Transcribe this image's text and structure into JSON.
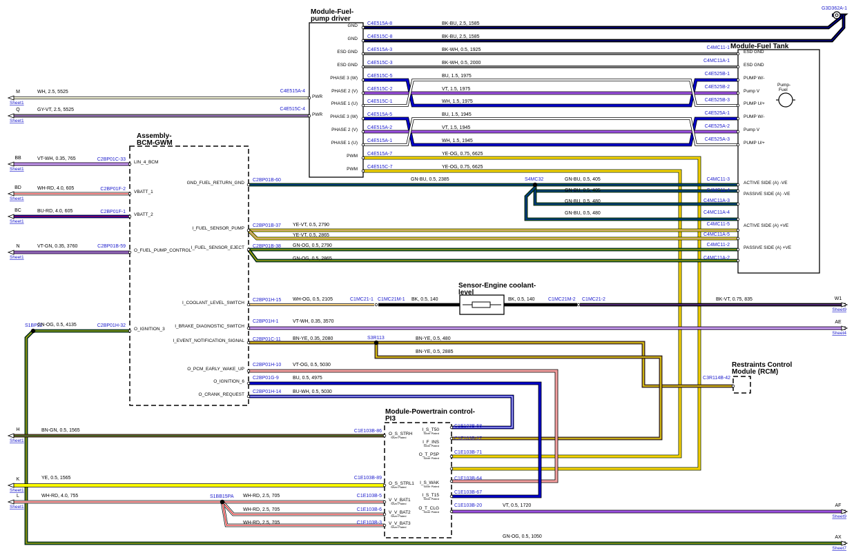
{
  "modules": {
    "fuel_pump_driver": {
      "title": [
        "Module-Fuel-",
        "pump driver"
      ],
      "pins": [
        "GND",
        "GND",
        "ESD GND",
        "ESD GND",
        "PHASE 3 (W)",
        "PHASE 2 (V)",
        "PHASE 1 (U)",
        "PHASE 3 (W)",
        "PHASE 2 (V)",
        "PHASE 1 (U)",
        "PWM",
        "PWM"
      ],
      "pwr_pins": [
        "PWR",
        "PWR"
      ]
    },
    "fuel_tank": {
      "title": "Module-Fuel Tank",
      "pins": [
        "ESD GND",
        "ESD GND",
        "PUMP W/-",
        "Pump V",
        "PUMP U/+",
        "PUMP W/-",
        "Pump V",
        "PUMP U/+",
        "ACTIVE SIDE (A) -VE",
        "PASSIVE SIDE (A) -VE",
        "ACTIVE SIDE (A) +VE",
        "PASSIVE SIDE (A) +VE"
      ],
      "pump_label": [
        "Pump-",
        "Fuel"
      ]
    },
    "bcm": {
      "title": [
        "Assembly-",
        "BCM-GWM"
      ],
      "left_pins": [
        "LIN_4_BCM",
        "VBATT_1",
        "VBATT_2",
        "O_FUEL_PUMP_CONTROL",
        "O_IGNITION_3"
      ],
      "right_pins": [
        "GND_FUEL_RETURN_GND",
        "I_FUEL_SENSOR_PUMP",
        "I_FUEL_SENSOR_EJECT",
        "I_COOLANT_LEVEL_SWITCH",
        "I_BRAKE_DIAGNOSTIC_SWITCH",
        "I_EVENT_NOTIFICATION_SIGNAL",
        "O_PCM_EARLY_WAKE_UP",
        "O_IGNITION_6",
        "O_CRANK_REQUEST"
      ]
    },
    "coolant_sensor": {
      "title": [
        "Sensor-Engine coolant-",
        "level"
      ]
    },
    "rcm": {
      "title": [
        "Restraints Control",
        "Module (RCM)"
      ]
    },
    "pcm": {
      "title": [
        "Module-Powertrain control-",
        "PI3"
      ],
      "left_pins": [
        "O_S_STRH",
        "O_S_STRL1",
        "V_V_BAT1",
        "V_V_BAT2",
        "V_V_BAT3"
      ],
      "right_pins": [
        "I_S_T50",
        "I_F_INS",
        "O_T_PSP",
        "I_S_WAK",
        "I_S_T15",
        "O_T_CLG"
      ],
      "plating": "Silver Plated"
    }
  },
  "connectors": {
    "pump_driver_left": [
      "C4E515A-8",
      "C4E515C-8",
      "C4E515A-3",
      "C4E515C-3",
      "C4E515C-5",
      "C4E515C-2",
      "C4E515C-1",
      "C4E515A-5",
      "C4E515A-2",
      "C4E515A-1",
      "C4E515A-7",
      "C4E515C-7"
    ],
    "pump_driver_pwr": [
      "C4E515A-4",
      "C4E515C-4"
    ],
    "fuel_tank": [
      "C4MC11-1",
      "C4MC11A-1",
      "C4E525B-1",
      "C4E525B-2",
      "C4E525B-3",
      "C4E525A-1",
      "C4E525A-2",
      "C4E525A-3",
      "C4MC11-3",
      "C4MC11-4",
      "C4MC11A-3",
      "C4MC11A-4",
      "C4MC11-5",
      "C4MC11A-5",
      "C4MC11-2",
      "C4MC11A-2"
    ],
    "bcm_left": [
      "C2BP01C-33",
      "C2BP01F-2",
      "C2BP01F-1",
      "C2BP01B-59",
      "C2BP01H-32"
    ],
    "bcm_right": [
      "C2BP01B-60",
      "C2BP01B-37",
      "C2BP01B-38",
      "C2BP01H-15",
      "C2BP01H-1",
      "C2BP01C-11",
      "C2BP01H-10",
      "C2BP01G-9",
      "C2BP01H-14"
    ],
    "coolant": [
      "C1MC21-1",
      "C1MC21M-1",
      "C1MC21M-2",
      "C1MC21-2"
    ],
    "pcm_left": [
      "C1E103B-86",
      "C1E103B-89",
      "C1E103B-5",
      "C1E103B-6",
      "C1E103B-3"
    ],
    "pcm_right": [
      "C1E103B-58",
      "C1E103B-27",
      "C1E103B-71",
      "C1E103B-64",
      "C1E103B-67",
      "C1E103B-20"
    ],
    "rcm": "C3R114B-42",
    "ground": "G3D362A-1",
    "splices": [
      "S4MC32",
      "S3R113",
      "S1BP22",
      "S1BB15PA"
    ]
  },
  "wires": {
    "pump_driver": [
      "BK-BU,  2.5,  1585",
      "BK-BU,  2.5,  1585",
      "BK-WH,  0.5,  1925",
      "BK-WH,  0.5,  2000",
      "BU,  1.5,  1975",
      "VT,  1.5,  1975",
      "WH,  1.5,  1975",
      "BU,  1.5,  1945",
      "VT,  1.5,  1945",
      "WH,  1.5,  1945",
      "YE-OG,  0.75,  6625",
      "YE-OG,  0.75,  6625"
    ],
    "pwr": [
      "WH,  2.5,  5525",
      "GY-VT,  2.5,  5525"
    ],
    "bcm_left": [
      "VT-WH,  0.35,  765",
      "WH-RD,  4.0,  605",
      "BU-RD,  4.0,  605",
      "VT-GN,  0.35,  3760",
      "GN-OG,  0.5,  4135"
    ],
    "gnd_return": [
      "GN-BU,  0.5,  2385",
      "GN-BU,  0.5,  405",
      "GN-BU,  0.5,  405",
      "GN-BU,  0.5,  480",
      "GN-BU,  0.5,  480"
    ],
    "sensor": [
      "YE-VT,  0.5,  2790",
      "YE-VT,  0.5,  2865",
      "GN-OG,  0.5,  2790",
      "GN-OG,  0.5,  2865"
    ],
    "coolant": [
      "WH-OG,  0.5,  2105",
      "BK,  0.5,  140",
      "BK,  0.5,  140",
      "BK-VT,  0.75,  835"
    ],
    "brake": "VT-WH,  0.35,  3570",
    "event": [
      "BN-YE,  0.35,  2080",
      "BN-YE,  0.5,  480",
      "BN-YE,  0.5,  2885"
    ],
    "pcm_wake": "VT-OG,  0.5,  5030",
    "ign6": "BU,  0.5,  4975",
    "crank": "BU-WH,  0.5,  5030",
    "pcm_left": [
      "BN-GN,  0.5,  1565",
      "YE,  0.5,  1565",
      "WH-RD,  4.0,  755",
      "WH-RD,  2.5,  705",
      "WH-RD,  2.5,  705",
      "WH-RD,  2.5,  705"
    ],
    "clg": "VT,  0.5,  1720",
    "bottom": "GN-OG,  0.5,  1050"
  },
  "offpage": {
    "left": [
      [
        "M",
        "Sheet1"
      ],
      [
        "Q",
        "Sheet1"
      ],
      [
        "BB",
        "Sheet1"
      ],
      [
        "BD",
        "Sheet1"
      ],
      [
        "BC",
        "Sheet1"
      ],
      [
        "N",
        "Sheet1"
      ],
      [
        "H",
        "Sheet1"
      ],
      [
        "K",
        "Sheet1"
      ],
      [
        "L",
        "Sheet1"
      ]
    ],
    "right": [
      [
        "W1",
        "Sheet9"
      ],
      [
        "AE",
        "Sheet4"
      ],
      [
        "AF",
        "Sheet9"
      ],
      [
        "AX",
        "Sheet7"
      ]
    ]
  },
  "colors": {
    "bk": "#000000",
    "bu": "#0000c8",
    "vt": "#9b4fe0",
    "wh": "#ffffff",
    "ye": "#ffff00",
    "og": "#f0a000",
    "gn": "#006b2a",
    "rd": "#e00000",
    "gy": "#808080",
    "bn": "#8b5a2b",
    "pk": "#f08080"
  }
}
